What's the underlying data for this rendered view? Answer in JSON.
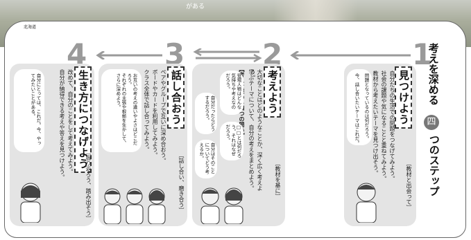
{
  "photo_caption": "がある",
  "region": "北海道",
  "numbers": [
    "4",
    "3",
    "2",
    "1"
  ],
  "side_title_a": "考えを深める",
  "side_title_four": "四",
  "side_title_b": "つのステップ",
  "step1": {
    "heading": "見つけよう",
    "sub": "〔教材と出会って〕",
    "lines": [
      "自分たちの生活での問題をつなげてみよう。",
      "社会の課題や気になることと重ねてみよう。",
      "教材から考えたいテーマを見つけ出そう。"
    ],
    "bubbles": [
      "問題となっているのは何だろう。",
      "今、話し合いたいテーマはこれだ。"
    ]
  },
  "step2": {
    "heading": "考えよう",
    "sub": "〔教材を基に〕",
    "lines": [
      "大切なことはどのようなことか、深く広く考えよう。",
      "学ぶテーマについて、自分の考えをまとめよう。"
    ],
    "box_label": "【考えを深める四つの問い】",
    "bubbles": [
      "登場人物はどんな気持ちや考えなのだろう。",
      "□□とは何だろう。それはなぜだろう。",
      "自分だったらどうするだろう。",
      "自分はそのことについてどう考えるか。"
    ]
  },
  "step3": {
    "heading": "話し合おう",
    "sub": "〔話し合い、磨き合う〕",
    "lines": [
      "ペアやグループで互いに深め合おう。",
      "ボードやカードを利用してみよう。",
      "クラス全体で話し合ってみよう。"
    ],
    "bubbles": [
      "お互いの考えの違いやよさはどこだろう。",
      "それぞれの主張や根拠を生かして、さらに深めよう。"
    ]
  },
  "step4": {
    "heading": "生き方につなげよう",
    "sub": "〔振り返ろう、踏み出そう〕",
    "lines": [
      "改めて、自分のことをして考えてみよう。",
      "自分が納得できる考えや答えを見つけよう。"
    ],
    "bubbles": [
      "自分にとっては、これだ。今、やってみたいことがある。"
    ]
  }
}
